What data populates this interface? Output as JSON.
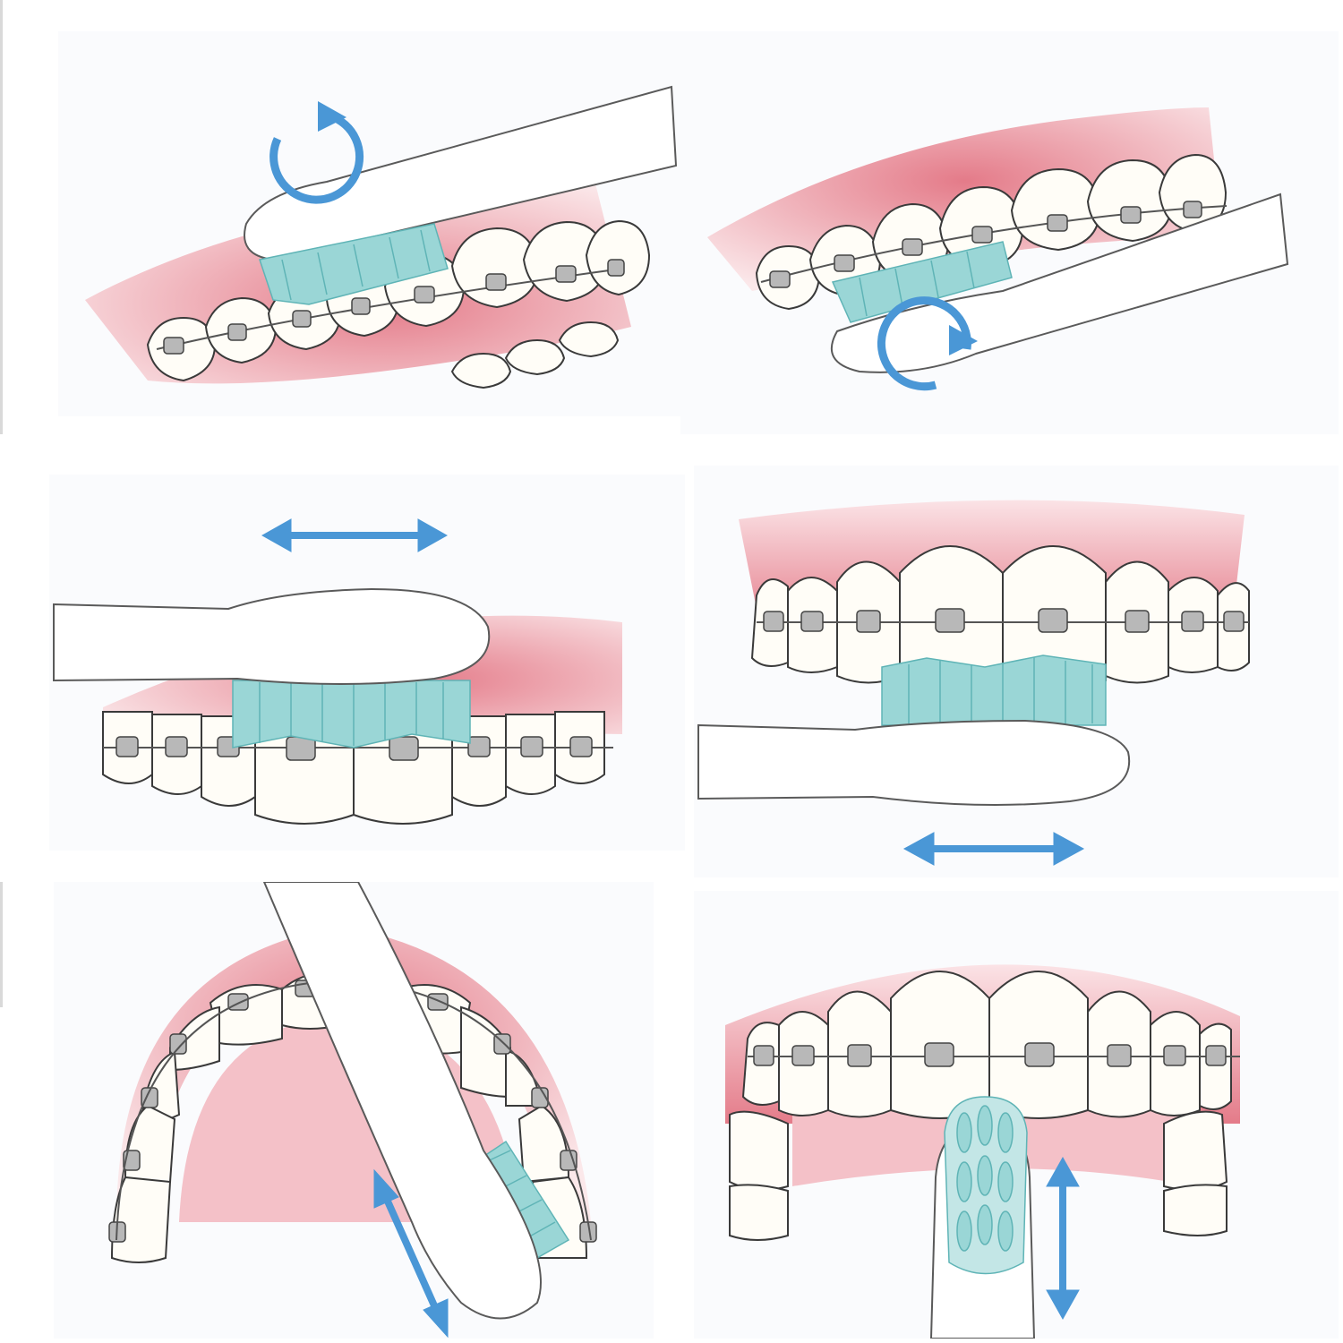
{
  "title": "",
  "colors": {
    "gum": "#e98a95",
    "gum_light": "#fbe3e6",
    "gum_dark": "#d65f6e",
    "tooth": "#fffdf7",
    "tooth_outline": "#3a3a3a",
    "bracket": "#9a9a9a",
    "wire": "#555555",
    "brush": "#ffffff",
    "brush_outline": "#5a5a5a",
    "bristle": "#9ad6d6",
    "bristle_dark": "#5fb4b6",
    "arrow": "#4a97d6"
  },
  "panels": [
    {
      "id": "upper-left",
      "view": "outer-teeth-side",
      "motion": "circular"
    },
    {
      "id": "upper-right",
      "view": "outer-teeth-side-lower",
      "motion": "circular"
    },
    {
      "id": "middle-left",
      "view": "upper-brackets-front",
      "motion": "horizontal"
    },
    {
      "id": "middle-right",
      "view": "lower-brackets-front",
      "motion": "horizontal"
    },
    {
      "id": "lower-left",
      "view": "inner-arch",
      "motion": "diagonal"
    },
    {
      "id": "lower-right",
      "view": "inner-front-teeth",
      "motion": "vertical"
    }
  ]
}
